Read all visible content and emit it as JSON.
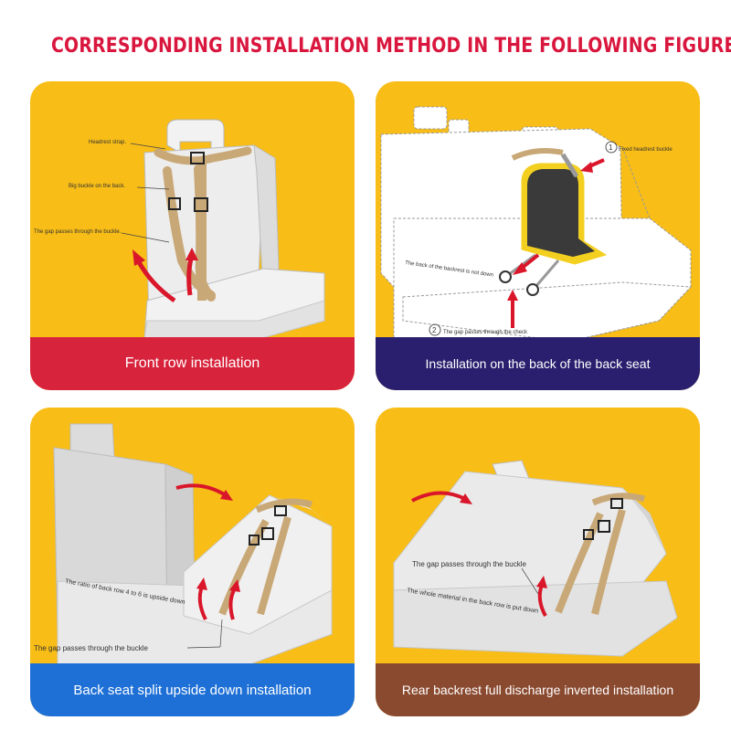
{
  "title": "CORRESPONDING INSTALLATION METHOD IN THE FOLLOWING FIGURE",
  "colors": {
    "title": "#d9163d",
    "panel_bg": "#f8bd17",
    "strap": "#c9a877",
    "arrow": "#d9162a",
    "bar_front": "#d8233c",
    "bar_back_of_back": "#2a1f6e",
    "bar_split": "#1e70d6",
    "bar_rear": "#8a4a30"
  },
  "panels": {
    "front": {
      "caption": "Front row installation",
      "labels": {
        "headrest": "Headrest strap.",
        "big_buckle": "Big buckle on the back.",
        "gap": "The gap passes through the buckle."
      }
    },
    "back_seat": {
      "caption": "Installation on the back of the back seat",
      "labels": {
        "step1_num": "1",
        "step1": "Fixed headrest buckle",
        "not_down": "The back of the backrest is not down",
        "step2_num": "2",
        "step2": "The gap passes through the check"
      }
    },
    "split": {
      "caption": "Back seat split upside down installation",
      "labels": {
        "ratio": "The ratio of back row 4 to 6 is upside down",
        "gap": "The gap passes through the buckle"
      }
    },
    "rear": {
      "caption": "Rear backrest full discharge inverted installation",
      "labels": {
        "gap": "The gap passes through the buckle",
        "whole": "The whole material in the back row is put down"
      }
    }
  }
}
